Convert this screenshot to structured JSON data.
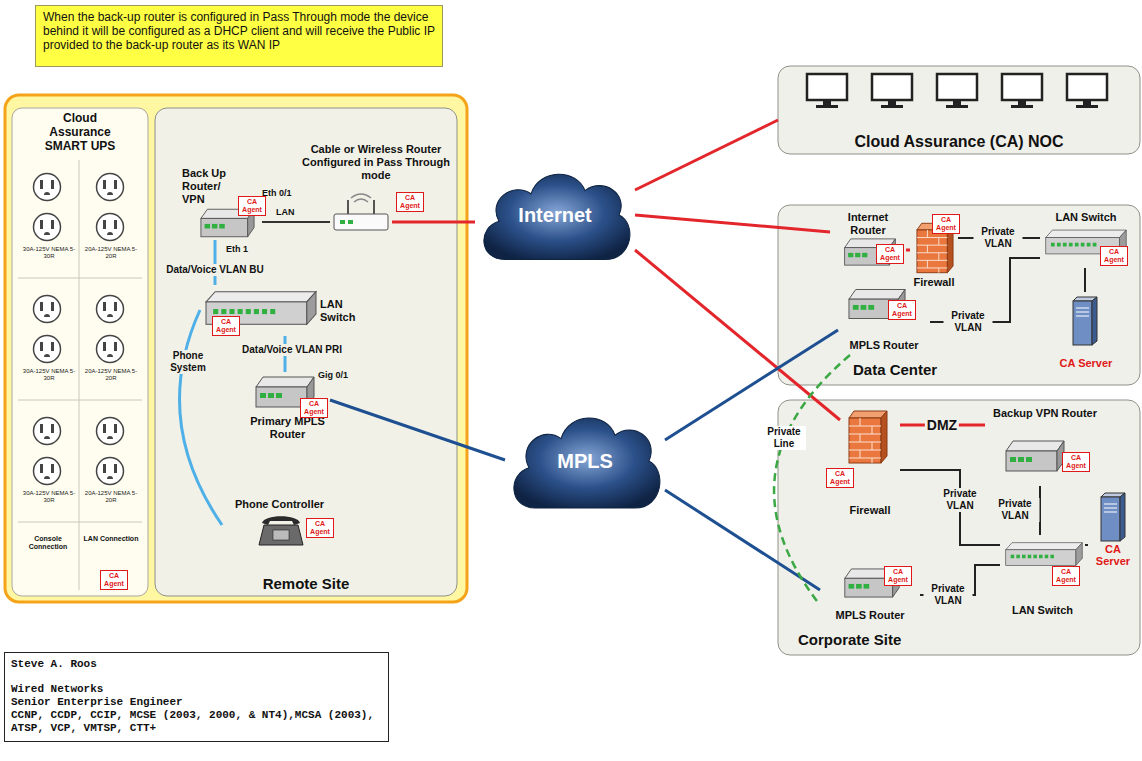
{
  "diagram": {
    "nodes": [
      {
        "text": [
          "When the back-up router is configured in Pass Through mode the device behind it will be configured as a DHCP client and will receive the Public IP provided to the back-up router as its WAN IP"
        ]
      },
      {
        "text": [
          "Cloud Assurance SMART UPS"
        ]
      },
      {
        "text": [
          "Remote Site"
        ]
      },
      {
        "text": [
          "Back Up Router/ VPN"
        ],
        "in": 2
      },
      {
        "text": [
          "Cable or Wireless Router Configured in Pass Through mode"
        ],
        "in": 2
      },
      {
        "text": [
          "LAN Switch"
        ],
        "in": 2
      },
      {
        "text": [
          "Primary MPLS Router"
        ],
        "in": 2
      },
      {
        "text": [
          "Phone Controller"
        ],
        "in": 2
      },
      {
        "text": [
          "Internet"
        ]
      },
      {
        "text": [
          "MPLS"
        ]
      },
      {
        "text": [
          "Cloud Assurance (CA) NOC"
        ]
      },
      {
        "text": [
          "Data Center"
        ]
      },
      {
        "text": [
          "Internet Router"
        ],
        "in": 11
      },
      {
        "text": [
          "Firewall"
        ],
        "in": 11
      },
      {
        "text": [
          "LAN Switch"
        ],
        "in": 11
      },
      {
        "text": [
          "MPLS Router"
        ],
        "in": 11
      },
      {
        "text": [
          "CA Server"
        ],
        "in": 11
      },
      {
        "text": [
          "Corporate Site"
        ]
      },
      {
        "text": [
          "Firewall"
        ],
        "in": 17
      },
      {
        "text": [
          "Backup VPN Router"
        ],
        "in": 17
      },
      {
        "text": [
          "MPLS Router"
        ],
        "in": 17
      },
      {
        "text": [
          "LAN Switch"
        ],
        "in": 17
      },
      {
        "text": [
          "CA Server"
        ],
        "in": 17
      },
      {
        "text": [
          "Steve A. Roos",
          "Wired Networks",
          "Senior Enterprise Engineer",
          "CCNP, CCDP, CCIP, MCSE (2003, 2000, & NT4),MCSA (2003), ATSP, VCP, VMTSP, CTT+"
        ]
      }
    ],
    "edges": [
      {
        "from": 3,
        "to": 4,
        "arrow": "none"
      },
      {
        "from": 3,
        "to": 5,
        "label": "Data/Voice VLAN BU",
        "arrow": "none"
      },
      {
        "from": 5,
        "to": 6,
        "label": "Data/Voice VLAN PRI",
        "arrow": "none"
      },
      {
        "from": 5,
        "to": 7,
        "label": "Phone System",
        "arrow": "none"
      },
      {
        "from": 4,
        "to": 8,
        "arrow": "none"
      },
      {
        "from": 6,
        "to": 9,
        "arrow": "none"
      },
      {
        "from": 8,
        "to": 10,
        "arrow": "none"
      },
      {
        "from": 8,
        "to": 12,
        "arrow": "none"
      },
      {
        "from": 8,
        "to": 18,
        "arrow": "none"
      },
      {
        "from": 12,
        "to": 13,
        "arrow": "none"
      },
      {
        "from": 13,
        "to": 14,
        "label": "Private VLAN",
        "arrow": "none"
      },
      {
        "from": 15,
        "to": 14,
        "label": "Private VLAN",
        "arrow": "none"
      },
      {
        "from": 14,
        "to": 16,
        "arrow": "none"
      },
      {
        "from": 9,
        "to": 15,
        "arrow": "none"
      },
      {
        "from": 9,
        "to": 20,
        "arrow": "none"
      },
      {
        "from": 15,
        "to": 20,
        "label": "Private Line",
        "arrow": "none"
      },
      {
        "from": 18,
        "to": 19,
        "label": "DMZ",
        "arrow": "none"
      },
      {
        "from": 18,
        "to": 21,
        "label": "Private VLAN",
        "arrow": "none"
      },
      {
        "from": 19,
        "to": 21,
        "label": "Private VLAN",
        "arrow": "none"
      },
      {
        "from": 20,
        "to": 21,
        "label": "Private VLAN",
        "arrow": "none"
      },
      {
        "from": 21,
        "to": 22,
        "arrow": "none"
      }
    ],
    "labels": [
      "Eth 0/1",
      "Eth 1",
      "LAN",
      "Gig 0/1",
      "30A-125V NEMA 5-30R",
      "20A-125V NEMA 5-20R",
      "30A-125V NEMA 5-30R",
      "20A-125V NEMA 5-20R",
      "30A-125V NEMA 5-30R",
      "20A-125V NEMA 5-20R",
      "Console Connection",
      "LAN Connection",
      "CA Agent",
      "CA Agent",
      "CA Agent",
      "CA Agent",
      "CA Agent",
      "CA Agent",
      "CA Agent",
      "CA Agent",
      "CA Agent",
      "CA Agent",
      "CA Agent",
      "CA Agent",
      "CA Agent",
      "CA Agent"
    ]
  }
}
